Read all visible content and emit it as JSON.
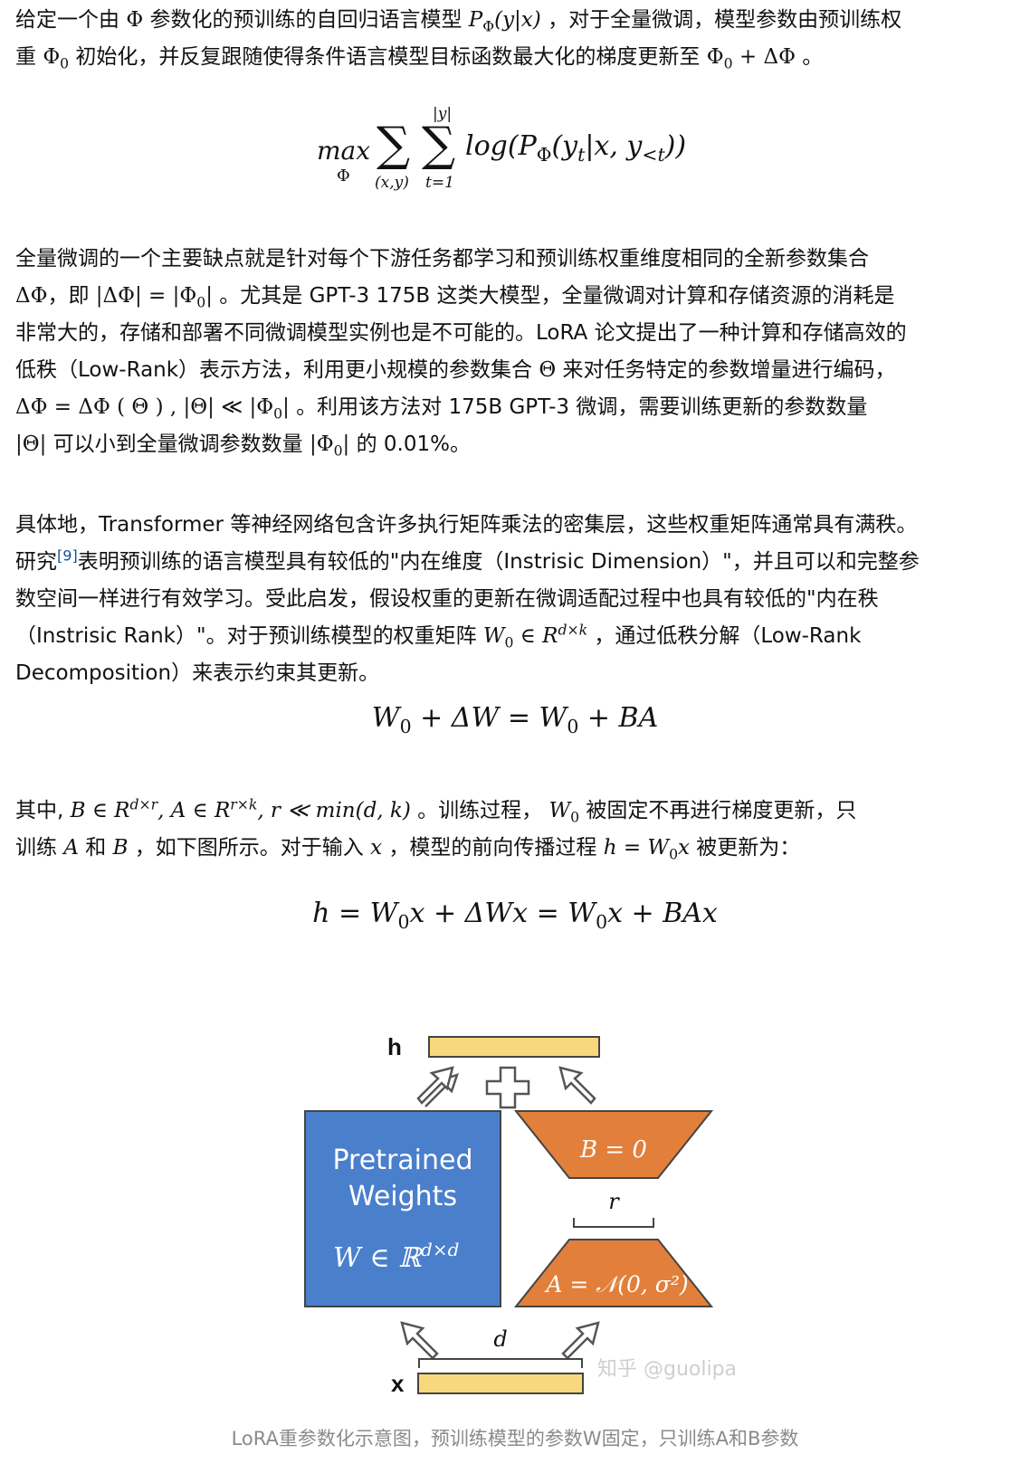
{
  "para1": {
    "line1": {
      "a": "给定一个由 ",
      "phi": "Φ",
      "b": " 参数化的预训练的自回归语言模型 ",
      "p": "P",
      "p_sub": "Φ",
      "args": "(y|x)",
      "c": " ，对于全量微调，模型参数由预训练权"
    },
    "line2": {
      "a": "重 ",
      "phi0": "Φ",
      "sub0": "0",
      "b": " 初始化，并反复跟随使得条件语言模型目标函数最大化的梯度更新至 ",
      "expr": "Φ",
      "expr_sub": "0",
      "expr_tail": " + ΔΦ",
      "c": " 。"
    }
  },
  "eq1": {
    "max": "max",
    "max_sub": "Φ",
    "sigma": "∑",
    "sum1_sub": "(x,y)",
    "sum2_sup": "|y|",
    "sum2_sub": "t=1",
    "body_a": "log(P",
    "body_sub": "Φ",
    "body_b": "(y",
    "body_t": "t",
    "body_c": "|x, y",
    "body_lt": "<t",
    "body_d": "))"
  },
  "para2": {
    "line1": "全量微调的一个主要缺点就是针对每个下游任务都学习和预训练权重维度相同的全新参数集合",
    "line2": {
      "a": "ΔΦ",
      "b": "，即 ",
      "c": "|ΔΦ| = |Φ",
      "c_sub": "0",
      "c_tail": "|",
      "d": " 。尤其是 GPT-3 175B 这类大模型，全量微调对计算和存储资源的消耗是"
    },
    "line3": "非常大的，存储和部署不同微调模型实例也是不可能的。LoRA 论文提出了一种计算和存储高效的",
    "line4": {
      "a": "低秩（Low-Rank）表示方法，利用更小规模的参数集合 ",
      "theta": "Θ",
      "b": " 来对任务特定的参数增量进行编码，"
    },
    "line5": {
      "a": "ΔΦ = ΔΦ ( Θ ) , |Θ| ≪ |Φ",
      "a_sub": "0",
      "a_tail": "|",
      "b": " 。利用该方法对 175B GPT-3 微调，需要训练更新的参数数量"
    },
    "line6": {
      "a": "|Θ|",
      "b": " 可以小到全量微调参数数量 ",
      "c": "|Φ",
      "c_sub": "0",
      "c_tail": "|",
      "d": " 的 0.01%。"
    }
  },
  "para3": {
    "line1": "具体地，Transformer 等神经网络包含许多执行矩阵乘法的密集层，这些权重矩阵通常具有满秩。",
    "line2": {
      "a": "研究",
      "ref": "[9]",
      "b": "表明预训练的语言模型具有较低的\"内在维度（Instrisic Dimension）\"，并且可以和完整参"
    },
    "line3": "数空间一样进行有效学习。受此启发，假设权重的更新在微调适配过程中也具有较低的\"内在秩",
    "line4": {
      "a": "（Instrisic Rank）\"。对于预训练模型的权重矩阵 ",
      "w": "W",
      "w_sub": "0",
      "in": " ∈ R",
      "sup": "d×k",
      "b": " ，通过低秩分解（Low-Rank"
    },
    "line5": "Decomposition）来表示约束其更新。"
  },
  "eq2": {
    "a": "W",
    "a_sub": "0",
    "b": " + ΔW = W",
    "b_sub": "0",
    "c": " + BA"
  },
  "para4": {
    "line1": {
      "a": "其中, ",
      "m1": "B ∈ R",
      "m1_sup": "d×r",
      "m2": ", A ∈ R",
      "m2_sup": "r×k",
      "m3": ", r ≪ min(d, k)",
      "b": " 。训练过程， ",
      "w": "W",
      "w_sub": "0",
      "c": " 被固定不再进行梯度更新，只"
    },
    "line2": {
      "a": "训练 ",
      "A": "A",
      "b": " 和 ",
      "B": "B",
      "c": " ，如下图所示。对于输入 ",
      "x": "x",
      "d": " ，模型的前向传播过程 ",
      "h": "h = W",
      "h_sub": "0",
      "h_tail": "x",
      "e": " 被更新为："
    }
  },
  "eq3": {
    "a": "h = W",
    "a_sub": "0",
    "b": "x + ΔWx = W",
    "b_sub": "0",
    "c": "x + BAx"
  },
  "figure": {
    "h_label": "h",
    "x_label": "x",
    "pretrained_line1": "Pretrained",
    "pretrained_line2": "Weights",
    "w_formula": "W ∈ ℝ",
    "w_formula_sup": "d×d",
    "b_label": "B = 0",
    "a_label": "A = 𝒩(0, σ²)",
    "r_label": "r",
    "d_label": "d",
    "watermark": "知乎 @guolipa",
    "plus": "+",
    "colors": {
      "yellow": "#f7d87c",
      "blue": "#4a7fcc",
      "orange": "#e27f3a",
      "outline": "#444444"
    }
  },
  "caption": "LoRA重参数化示意图，预训练模型的参数W固定，只训练A和B参数"
}
